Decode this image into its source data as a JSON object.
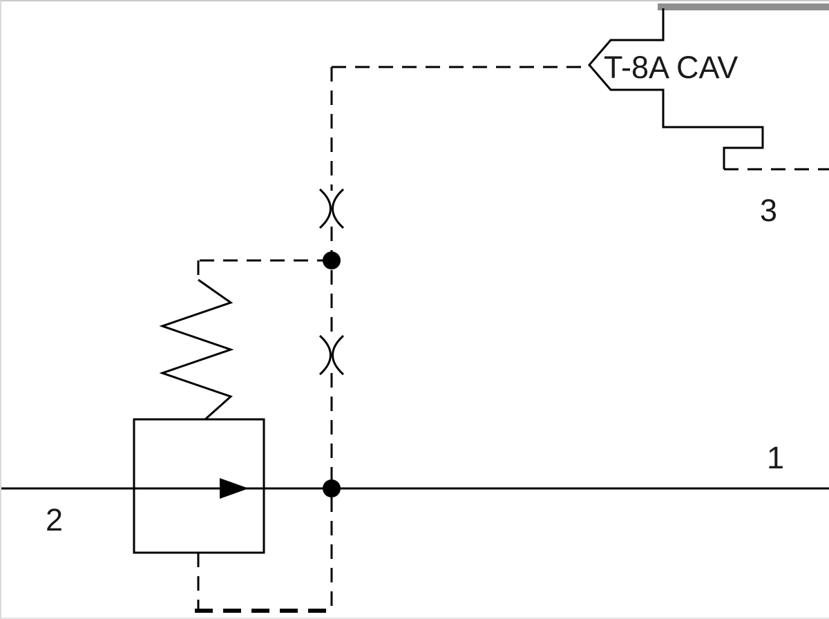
{
  "schematic": {
    "type": "hydraulic-cartridge-valve-schematic",
    "cavity_label": "T-8A CAV",
    "port_labels": {
      "p1": "1",
      "p2": "2",
      "p3": "3"
    },
    "symbols": [
      "relief-valve-body-with-flow-arrow",
      "spring",
      "fixed-orifice-upper",
      "fixed-orifice-lower",
      "pilot-line-dashed",
      "main-flow-line",
      "cavity-step-outline"
    ],
    "colors": {
      "line": "#000000",
      "text": "#1a1a1a",
      "cavity_bar_gray": "#8f8f8f",
      "background": "#ffffff"
    }
  }
}
